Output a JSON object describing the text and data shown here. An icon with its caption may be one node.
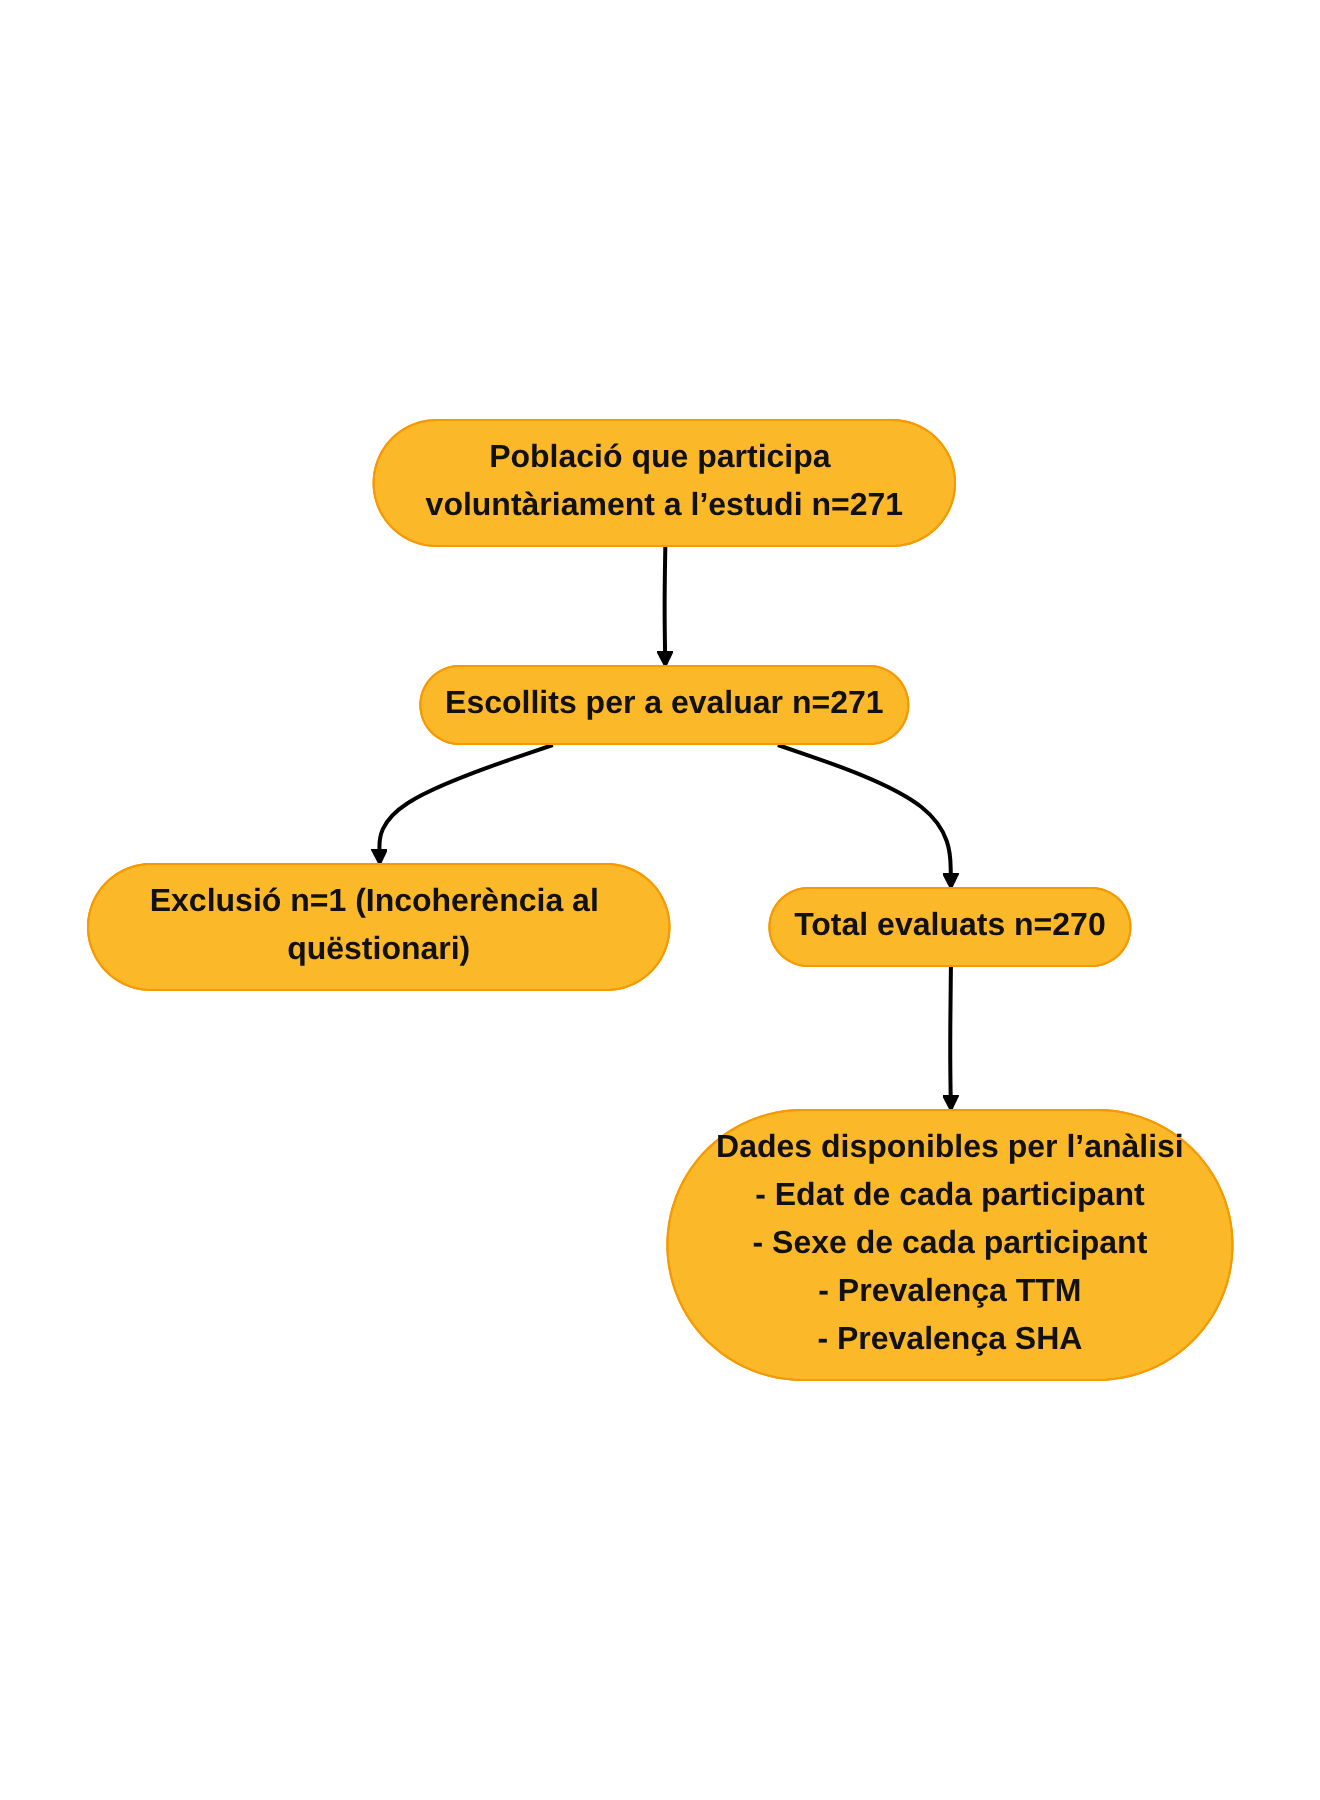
{
  "diagram": {
    "nodes": [
      {
        "text": [
          "Població que participa voluntàriament a l’estudi n=271"
        ]
      },
      {
        "text": [
          "Escollits per a evaluar n=271"
        ]
      },
      {
        "text": [
          "Exclusió n=1 (Incoherència al quëstionari)"
        ]
      },
      {
        "text": [
          "Total evaluats n=270"
        ]
      },
      {
        "text": [
          "Dades disponibles per l’anàlisi",
          "- Edat de cada participant",
          "- Sexe de cada participant",
          "- Prevalença TTM",
          "- Prevalença SHA"
        ]
      }
    ],
    "edges": [
      {
        "from": 0,
        "to": 1,
        "arrow": "to"
      },
      {
        "from": 1,
        "to": 3,
        "arrow": "to"
      },
      {
        "from": 1,
        "to": 2,
        "arrow": "to"
      },
      {
        "from": 3,
        "to": 4,
        "arrow": "to"
      }
    ]
  }
}
